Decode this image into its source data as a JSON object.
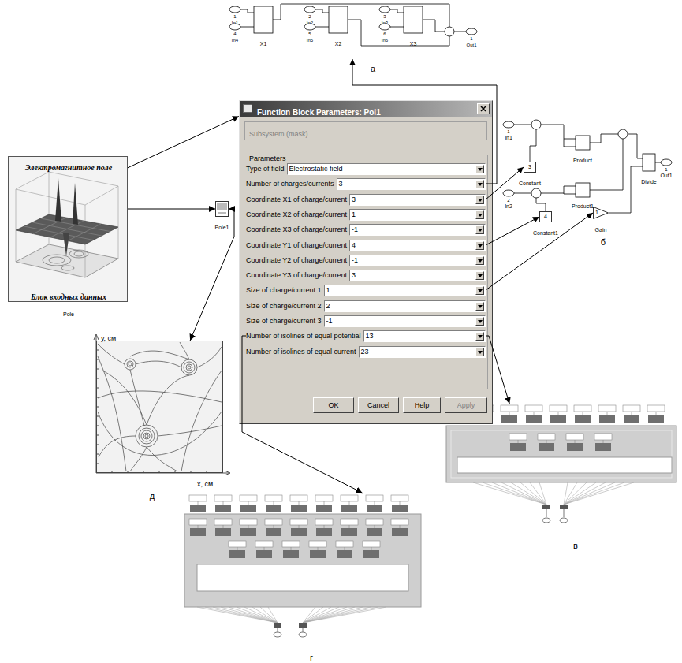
{
  "diagram": {
    "nodes": [
      {
        "text": [
          "Электромагнитное поле",
          "Блок входных данных",
          "Pole"
        ]
      },
      {
        "text": [
          "Pole1"
        ]
      },
      {
        "text": [
          "Function Block Parameters: Pol1",
          "Subsystem (mask)",
          "Parameters"
        ]
      },
      {
        "text": [
          "Type of field",
          "Electrostatic field"
        ],
        "in": 2
      },
      {
        "text": [
          "Number of charges/currents",
          "3"
        ],
        "in": 2
      },
      {
        "text": [
          "Coordinate X1 of charge/current",
          "3"
        ],
        "in": 2
      },
      {
        "text": [
          "Coordinate X2 of charge/current",
          "1"
        ],
        "in": 2
      },
      {
        "text": [
          "Coordinate X3 of charge/current",
          "-1"
        ],
        "in": 2
      },
      {
        "text": [
          "Coordinate Y1 of charge/current",
          "4"
        ],
        "in": 2
      },
      {
        "text": [
          "Coordinate Y2 of charge/current",
          "-1"
        ],
        "in": 2
      },
      {
        "text": [
          "Coordinate Y3 of charge/current",
          "3"
        ],
        "in": 2
      },
      {
        "text": [
          "Size of charge/current 1",
          "1"
        ],
        "in": 2
      },
      {
        "text": [
          "Size of charge/current 2",
          "2"
        ],
        "in": 2
      },
      {
        "text": [
          "Size of charge/current 3",
          "-1"
        ],
        "in": 2
      },
      {
        "text": [
          "Number of isolines of equal potential",
          "13"
        ],
        "in": 2
      },
      {
        "text": [
          "Number of isolines of equal current",
          "23"
        ],
        "in": 2
      },
      {
        "text": [
          "OK"
        ],
        "in": 2
      },
      {
        "text": [
          "Cancel"
        ],
        "in": 2
      },
      {
        "text": [
          "Help"
        ],
        "in": 2
      },
      {
        "text": [
          "Apply"
        ],
        "in": 2
      },
      {
        "text": [
          "а"
        ]
      },
      {
        "text": [
          "б"
        ]
      },
      {
        "text": [
          "3",
          "Constant"
        ],
        "in": 21
      },
      {
        "text": [
          "4",
          "Constant1"
        ],
        "in": 21
      },
      {
        "text": [
          "1",
          "Gain"
        ],
        "in": 21
      },
      {
        "text": [
          "у, см",
          "х, см",
          "д"
        ]
      },
      {
        "text": [
          "в"
        ]
      },
      {
        "text": [
          "г"
        ]
      }
    ],
    "edges": [
      {
        "from": 0,
        "to": 2,
        "arrow": "to"
      },
      {
        "from": 0,
        "to": 1,
        "arrow": "to"
      },
      {
        "from": 1,
        "to": 25,
        "arrow": "both"
      },
      {
        "from": 4,
        "to": 20,
        "arrow": "to"
      },
      {
        "from": 5,
        "to": 22,
        "arrow": "to"
      },
      {
        "from": 8,
        "to": 23,
        "arrow": "to"
      },
      {
        "from": 11,
        "to": 24,
        "arrow": "to"
      },
      {
        "from": 14,
        "to": 26,
        "arrow": "to"
      },
      {
        "from": 14,
        "to": 27,
        "arrow": "to"
      }
    ],
    "labels": [
      "1",
      "In1",
      "4",
      "In4",
      "2",
      "In2",
      "5",
      "In5",
      "3",
      "In3",
      "6",
      "In6",
      "X1",
      "X2",
      "X3",
      "1",
      "Out1",
      "1",
      "In1",
      "2",
      "In2",
      "Product",
      "Product1",
      "Divide",
      "1",
      "Out1"
    ]
  }
}
